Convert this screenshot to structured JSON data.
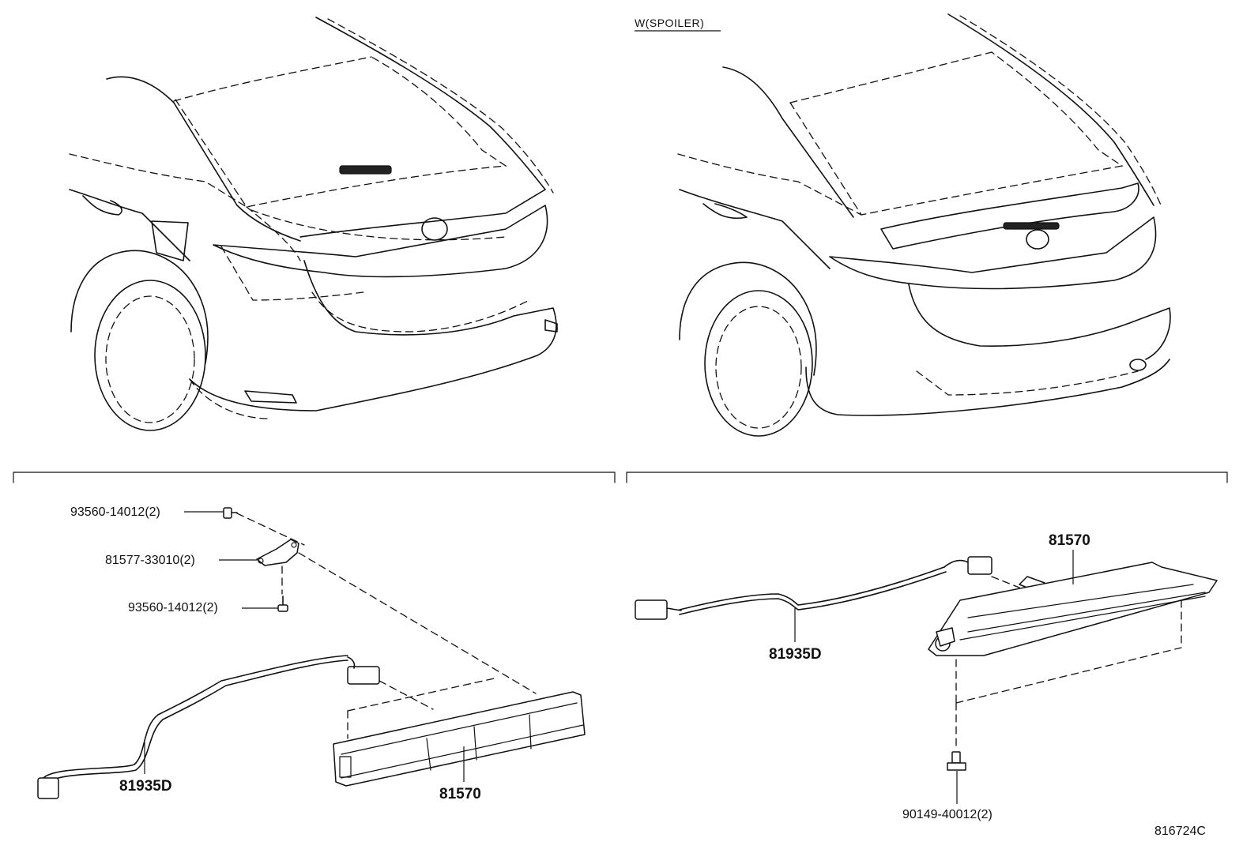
{
  "diagram": {
    "variant_header": "W(SPOILER)",
    "illustration_code": "816724C",
    "left_assembly": {
      "screw_top": "93560-14012(2)",
      "bracket": "81577-33010(2)",
      "screw_bottom": "93560-14012(2)",
      "wire": "81935D",
      "lamp": "81570"
    },
    "right_assembly": {
      "lamp": "81570",
      "wire": "81935D",
      "screw": "90149-40012(2)"
    }
  }
}
